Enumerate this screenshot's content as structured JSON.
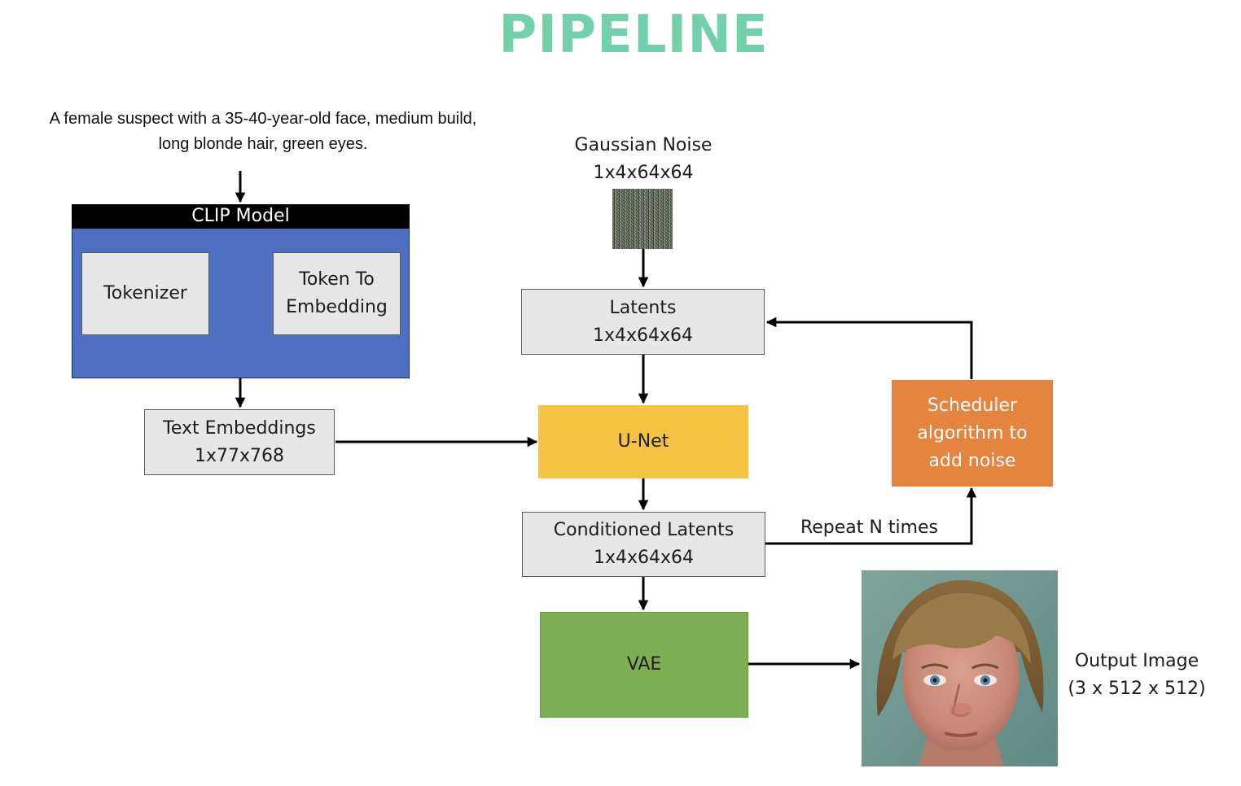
{
  "title": "PIPELINE",
  "prompt": {
    "line1": "A female suspect with a 35-40-year-old face, medium build,",
    "line2": "long blonde hair, green eyes."
  },
  "clip_model": {
    "header": "CLIP Model",
    "tokenizer": "Tokenizer",
    "token_to_embedding": {
      "line1": "Token To",
      "line2": "Embedding"
    }
  },
  "text_embeddings": {
    "line1": "Text Embeddings",
    "line2": "1x77x768"
  },
  "gaussian_noise": {
    "line1": "Gaussian Noise",
    "line2": "1x4x64x64"
  },
  "latents": {
    "line1": "Latents",
    "line2": "1x4x64x64"
  },
  "unet": "U-Net",
  "conditioned_latents": {
    "line1": "Conditioned Latents",
    "line2": "1x4x64x64"
  },
  "scheduler": {
    "line1": "Scheduler",
    "line2": "algorithm to",
    "line3": "add noise"
  },
  "repeat_label": "Repeat N times",
  "vae": "VAE",
  "output": {
    "line1": "Output Image",
    "line2": "(3 x 512 x 512)"
  },
  "colors": {
    "title": "#72d0ab",
    "clip_body": "#4f70c0",
    "clip_header": "#000000",
    "gray_box": "#e7e7e7",
    "unet": "#f5c242",
    "vae": "#7ead52",
    "scheduler": "#e5843f"
  }
}
